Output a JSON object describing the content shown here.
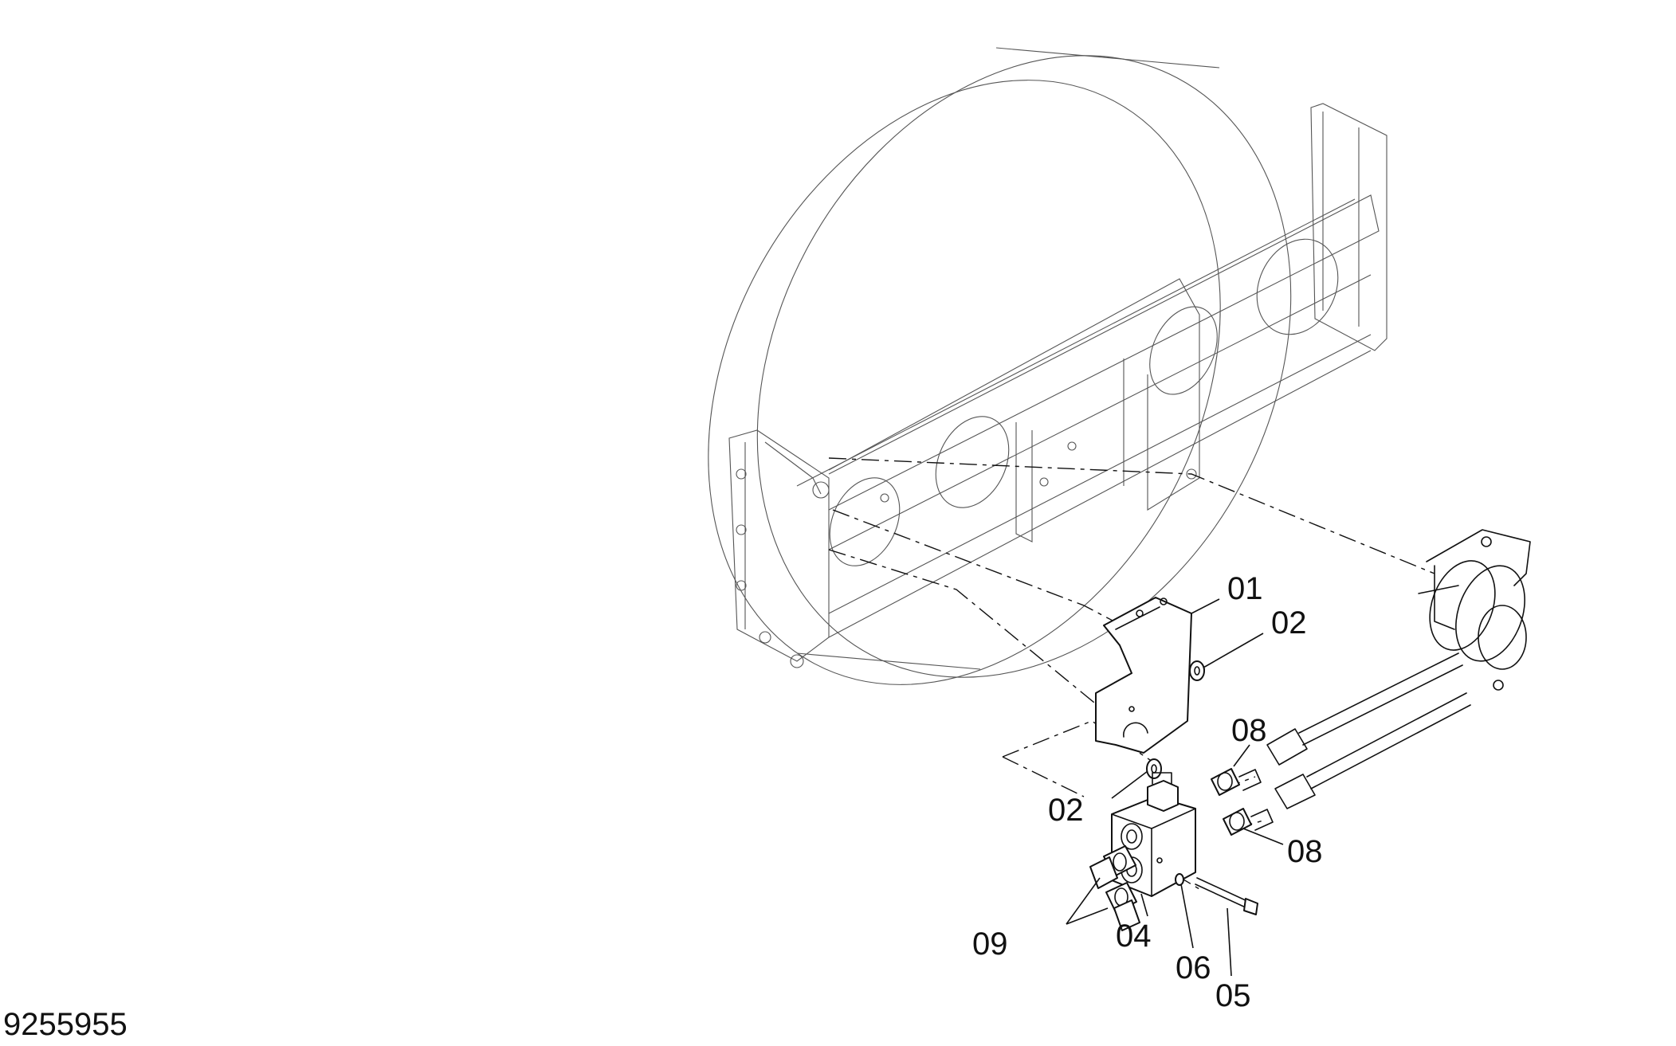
{
  "figure_number": "9255955",
  "callouts": {
    "p01": "01",
    "p02_upper": "02",
    "p02_lower": "02",
    "p04": "04",
    "p05": "05",
    "p06": "06",
    "p08_upper": "08",
    "p08_lower": "08",
    "p09": "09"
  }
}
